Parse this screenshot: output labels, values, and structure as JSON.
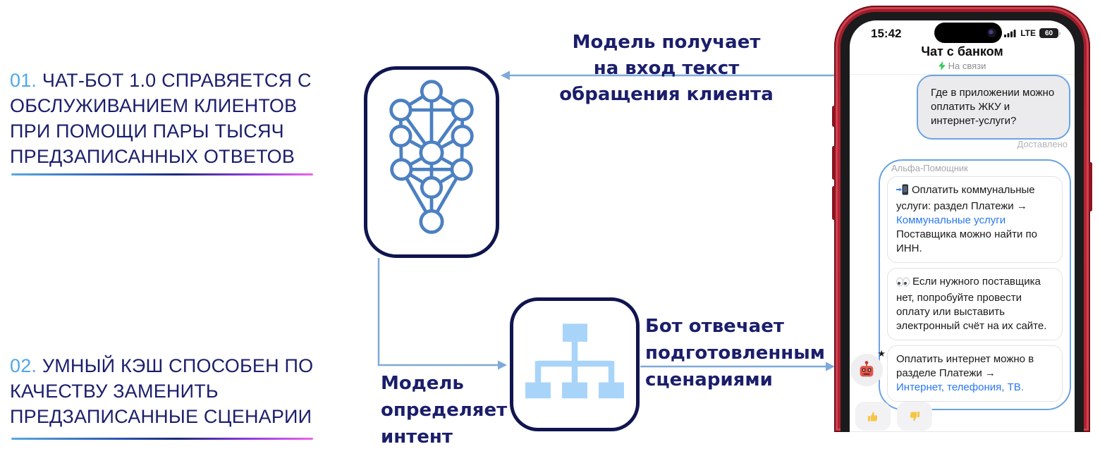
{
  "points": [
    {
      "num": "01.",
      "text": "ЧАТ-БОТ 1.0 СПРАВЯЕТСЯ С\nОБСЛУЖИВАНИЕМ КЛИЕНТОВ\nПРИ ПОМОЩИ ПАРЫ ТЫСЯЧ\nПРЕДЗАПИСАННЫХ ОТВЕТОВ"
    },
    {
      "num": "02.",
      "text": "УМНЫЙ КЭШ СПОСОБЕН ПО\nКАЧЕСТВУ ЗАМЕНИТЬ\nПРЕДЗАПИСАННЫЕ СЦЕНАРИИ"
    }
  ],
  "flow": {
    "label_top": "Модель получает\nна вход текст\nобращения клиента",
    "label_intent": "Модель\nопределяет\nинтент",
    "label_bot": "Бот отвечает\nподготовленным\nсценариями",
    "box1_icon": "neural-network-icon",
    "box2_icon": "org-chart-icon"
  },
  "colors": {
    "navy_text": "#1b1e6b",
    "accent_light_blue": "#4fa8e9",
    "arrow_blue": "#7ea9da",
    "box_border_navy": "#10154f",
    "net_icon_blue": "#4c80c2",
    "tree_icon_blue": "#a9d4f9",
    "phone_frame_red": "#b22231",
    "bubble_border_blue": "#6ba3e3",
    "link_blue": "#2878f0",
    "status_green": "#35c759",
    "underline_gradient": [
      "#56aadf",
      "#1b2a78",
      "#ef63ea"
    ]
  },
  "phone": {
    "status": {
      "time": "15:42",
      "network": "LTE",
      "battery_percent": "60"
    },
    "header": {
      "title": "Чат с банком",
      "status": "На связи"
    },
    "user_message": {
      "text": "Где в приложении можно оплатить ЖКУ и интернет-услуги?",
      "delivered": "Доставлено"
    },
    "assistant": {
      "name": "Альфа-Помощник",
      "cards": [
        {
          "icon": "phone-arrow-icon",
          "text": "Оплатить коммунальные услуги: раздел Платежи →",
          "link": "Коммунальные услуги",
          "text_after": "Поставщика можно найти по ИНН."
        },
        {
          "icon": "eyes-icon",
          "text": "Если нужного поставщика нет, попробуйте провести оплату или выставить электронный счёт на их сайте."
        },
        {
          "text": "Оплатить интернет можно в разделе Платежи →",
          "link": "Интернет, телефония, ТВ."
        }
      ],
      "avatar_icon": "robot-avatar-icon",
      "star_icon": "★"
    },
    "reactions": [
      {
        "icon": "thumbs-up-icon"
      },
      {
        "icon": "thumbs-down-icon"
      }
    ]
  }
}
